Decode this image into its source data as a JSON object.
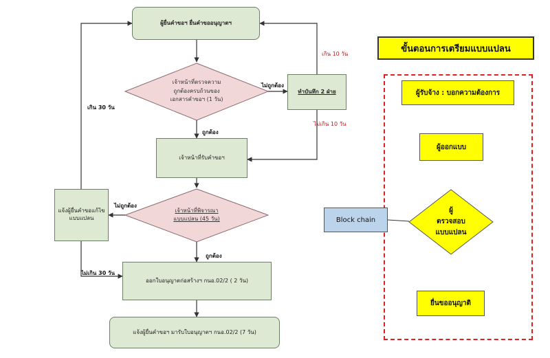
{
  "flow": {
    "start": "ผู้ยื่นคำขอฯ ยื่นคำขออนุญาตฯ",
    "check_docs": {
      "line1": "เจ้าหน้าที่ตรวจความ",
      "line2": "ถูกต้องครบถ้วนของ",
      "line3": "เอกสารคำขอฯ (1 วัน)"
    },
    "agreement": "ทำบันทึก 2 ฝ่าย",
    "receiver": "เจ้าหน้าที่รับคำขอฯ",
    "review_plan": {
      "line1": "เจ้าหน้าที่พิจารณา",
      "line2": "แบบแปลน (45 วัน)"
    },
    "notify_fix": {
      "line1": "แจ้งผู้ยื่นคำขอแก้ไข",
      "line2": "แบบแปลน"
    },
    "issue_permit": "ออกใบอนุญาตก่อสร้างฯ กนอ.02/2  ( 2 วัน)",
    "notify_receive": "แจ้งผู้ยื่นคำขอฯ มารับใบอนุญาตฯ กนอ.02/2  (7 วัน)",
    "labels": {
      "not_correct_1": "ไม่ถูกต้อง",
      "not_correct_2": "ไม่ถูกต้อง",
      "correct_1": "ถูกต้อง",
      "correct_2": "ถูกต้อง",
      "over_10": "เกิน 10 วัน",
      "within_10": "ไม่เกิน  10 วัน",
      "over_30": "เกิน 30 วัน",
      "within_30": "ไม่เกิน 30 วัน"
    }
  },
  "process": {
    "title": "ขั้นตอนการเตรียมแบบแปลน",
    "employer": "ผู้รับจ้าง : บอกความต้องการ",
    "designer": "ผู้ออกแบบ",
    "inspector": {
      "line1": "ผู้",
      "line2": "ตรวจสอบ",
      "line3": "แบบแปลน"
    },
    "submit": "ยื่นขออนุญาติ",
    "blockchain": "Block chain"
  }
}
